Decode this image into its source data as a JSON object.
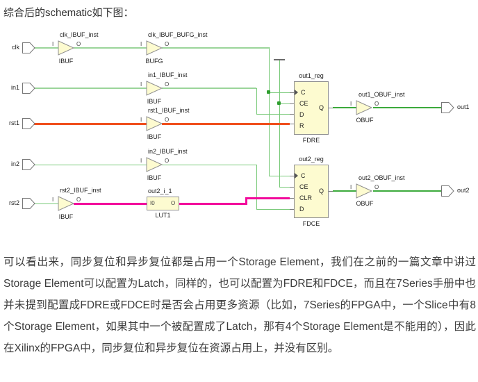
{
  "heading": "综合后的schematic如下图：",
  "schematic": {
    "input_ports": [
      "clk",
      "in1",
      "rst1",
      "in2",
      "rst2"
    ],
    "output_ports": [
      "out1",
      "out2"
    ],
    "components": {
      "clk_ibuf": {
        "name": "clk_IBUF_inst",
        "type": "IBUF",
        "pin_in": "I",
        "pin_out": "O"
      },
      "clk_bufg": {
        "name": "clk_IBUF_BUFG_inst",
        "type": "BUFG",
        "pin_in": "I",
        "pin_out": "O"
      },
      "in1_ibuf": {
        "name": "in1_IBUF_inst",
        "type": "IBUF",
        "pin_in": "I",
        "pin_out": "O"
      },
      "rst1_ibuf": {
        "name": "rst1_IBUF_inst",
        "type": "IBUF",
        "pin_in": "I",
        "pin_out": "O"
      },
      "in2_ibuf": {
        "name": "in2_IBUF_inst",
        "type": "IBUF",
        "pin_in": "I",
        "pin_out": "O"
      },
      "rst2_ibuf": {
        "name": "rst2_IBUF_inst",
        "type": "IBUF",
        "pin_in": "I",
        "pin_out": "O"
      },
      "out1_obuf": {
        "name": "out1_OBUF_inst",
        "type": "OBUF",
        "pin_in": "I",
        "pin_out": "O"
      },
      "out2_obuf": {
        "name": "out2_OBUF_inst",
        "type": "OBUF",
        "pin_in": "I",
        "pin_out": "O"
      }
    },
    "lut1": {
      "name": "out2_i_1",
      "type": "LUT1",
      "pin_in": "I0",
      "pin_out": "O"
    },
    "fdre": {
      "name": "out1_reg",
      "type": "FDRE",
      "pin_c": "C",
      "pin_ce": "CE",
      "pin_d": "D",
      "pin_r": "R",
      "pin_q": "Q"
    },
    "fdce": {
      "name": "out2_reg",
      "type": "FDCE",
      "pin_c": "C",
      "pin_ce": "CE",
      "pin_clr": "CLR",
      "pin_d": "D",
      "pin_q": "Q"
    },
    "colors": {
      "wire_green": "#9bd59a",
      "wire_green_thin": "#77c977",
      "wire_output_green": "#3caa3c",
      "wire_orange": "#f04f1e",
      "wire_magenta": "#f20a9b",
      "component_fill": "#fdfbd0",
      "component_border": "#8f8f8f",
      "junction_green": "#2f9e2f"
    }
  },
  "body_text": "可以看出来，同步复位和异步复位都是占用一个Storage Element，我们在之前的一篇文章中讲过Storage Element可以配置为Latch，同样的，也可以配置为FDRE和FDCE，而且在7Series手册中也并未提到配置成FDRE或FDCE时是否会占用更多资源（比如，7Series的FPGA中，一个Slice中有8个Storage Element，如果其中一个被配置成了Latch，那有4个Storage Element是不能用的），因此在Xilinx的FPGA中，同步复位和异步复位在资源占用上，并没有区别。"
}
